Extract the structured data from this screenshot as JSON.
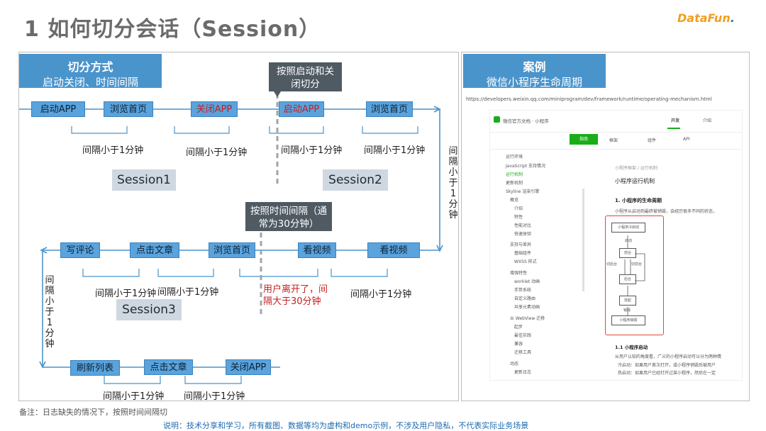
{
  "title": "1 如何切分会话（Session）",
  "logo": {
    "main": "DataFun",
    "dot": "."
  },
  "left_panel": {
    "header": {
      "title": "切分方式",
      "subtitle": "启动关闭、时间间隔"
    },
    "callout_top": "按照启动和关闭切分",
    "callout_mid": "按照时间间隔（通常为30分钟）",
    "row1": [
      "启动APP",
      "浏览首页",
      "关闭APP",
      "启动APP",
      "浏览首页"
    ],
    "row2": [
      "写评论",
      "点击文章",
      "浏览首页",
      "看视频",
      "看视频"
    ],
    "row3": [
      "刷新列表",
      "点击文章",
      "关闭APP"
    ],
    "interval_label": "间隔小于1分钟",
    "interval_labels_row1": [
      "间隔小于1分钟",
      "间隔小于1分钟",
      "间隔小于1分钟",
      "间隔小于1分钟"
    ],
    "interval_labels_row2": [
      "间隔小于1分钟",
      "间隔小于1分钟",
      "间隔小于1分钟"
    ],
    "interval_labels_row3": [
      "间隔小于1分钟",
      "间隔小于1分钟"
    ],
    "user_left_label": "用户离开了，间隔大于30分钟",
    "sessions": [
      "Session1",
      "Session2",
      "Session3"
    ],
    "vertical_right": "间隔小于1分钟",
    "vertical_left": "间隔小于1分钟"
  },
  "right_panel": {
    "header": {
      "title": "案例",
      "subtitle": "微信小程序生命周期"
    },
    "url": "https://developers.weixin.qq.com/miniprogram/dev/framework/runtime/operating-mechanism.html",
    "screenshot": {
      "site": "微信官方文档 · 小程序",
      "nav": [
        "开发",
        "介绍"
      ],
      "tabs": [
        "指南",
        "框架",
        "组件",
        "API"
      ],
      "sidebar": [
        "运行环境",
        "JavaScript 支持情况",
        "运行机制",
        "更新机制",
        "Skyline 渲染引擎",
        "概览",
        "介绍",
        "特性",
        "性能对比",
        "快速体验",
        "支持与差异",
        "基础组件",
        "WXSS 样式",
        "增强特性",
        "worklet 动画",
        "手势系统",
        "自定义路由",
        "共享元素动画",
        "从 WebView 迁移",
        "起步",
        "最佳实践",
        "兼容",
        "迁移工具",
        "动态",
        "更新日志"
      ],
      "breadcrumb": "小程序框架 / 运行机制",
      "heading": "小程序运行机制",
      "sub_heading": "1. 小程序的生命周期",
      "desc": "小程序从启动到最终被销毁，会经历很多不同的状态，",
      "flow": [
        "小程序冷启动",
        "启动",
        "前台",
        "切后台",
        "切前台",
        "后台",
        "挂起",
        "销毁",
        "小程序销毁"
      ],
      "section": "1.1 小程序启动",
      "section_desc": "从用户认知的角度看，广义的小程序启动可以分为两种情",
      "bullets": [
        "冷启动：如果用户首次打开，或小程序销毁后被用户",
        "热启动：如果用户已经打开过某小程序，然后在一定"
      ]
    }
  },
  "footnote": "备注：日志缺失的情况下，按照时间间隔切",
  "disclaimer": "说明：技术分享和学习，所有截图、数据等均为虚构和demo示例，不涉及用户隐私，不代表实际业务场景",
  "colors": {
    "header_blue": "#4a94cc",
    "node_blue": "#5aa3dc",
    "callout_gray": "#4f5a63",
    "session_gray": "#cfd8e0",
    "alert_red": "#c81e1e"
  }
}
